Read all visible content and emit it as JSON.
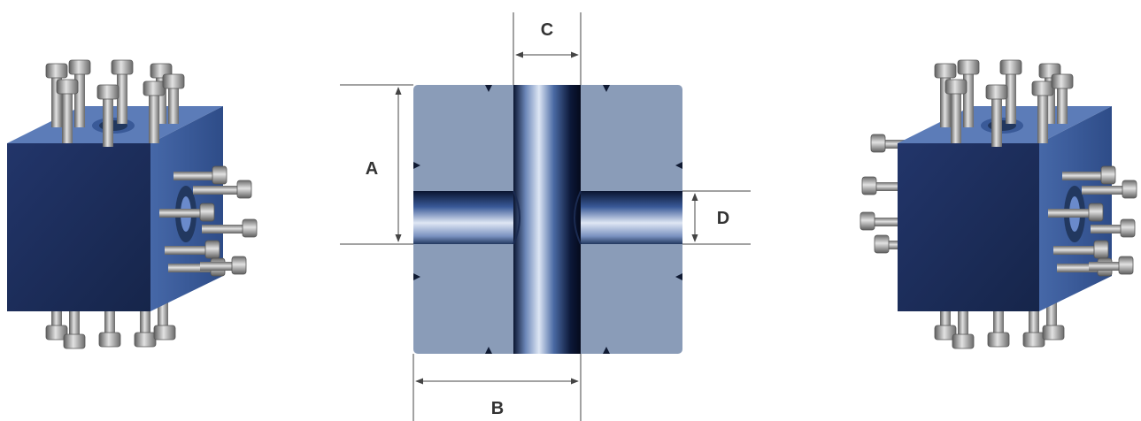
{
  "dimension_labels": {
    "a": "A",
    "b": "B",
    "c": "C",
    "d": "D"
  },
  "colors": {
    "block_front": "#1b2c56",
    "block_top": "#5c7cb8",
    "block_side": "#3a5a98",
    "section_fill": "#8a9cb8",
    "dimension_line": "#444444",
    "bolt_metal": "#a8a8a8"
  },
  "views": {
    "left": "cross-block-isometric-view",
    "center": "cross-block-section-view",
    "right": "cross-block-isometric-view-mirrored"
  }
}
